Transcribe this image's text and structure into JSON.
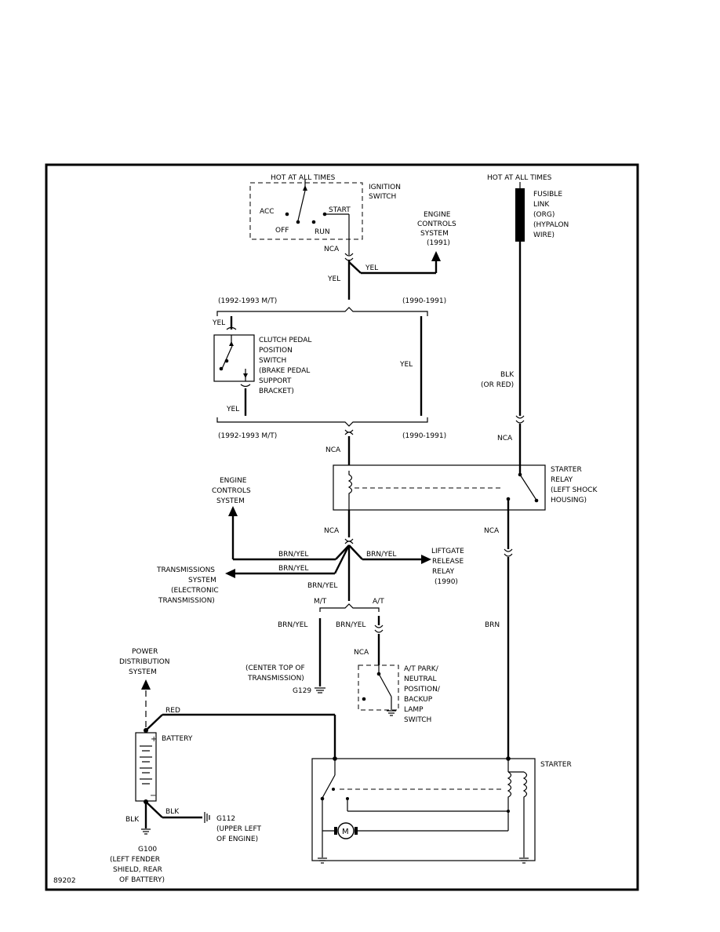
{
  "labels": {
    "hot_ign": "HOT AT ALL TIMES",
    "hot_fuse": "HOT AT ALL TIMES",
    "ign_switch": [
      "IGNITION",
      "SWITCH"
    ],
    "acc": "ACC",
    "off": "OFF",
    "run": "RUN",
    "start": "START",
    "engine_controls_1991": [
      "ENGINE",
      "CONTROLS",
      "SYSTEM",
      "(1991)"
    ],
    "fusible_link": [
      "FUSIBLE",
      "LINK",
      "(ORG)",
      "(HYPALON",
      "WIRE)"
    ],
    "nca_top": "NCA",
    "yel_branch": "YEL",
    "yel_main": "YEL",
    "m_1992_top": "(1992-1993 M/T)",
    "y_1990_top": "(1990-1991)",
    "yel_clutch_top": "YEL",
    "clutch_switch": [
      "CLUTCH PEDAL",
      "POSITION",
      "SWITCH",
      "(BRAKE PEDAL",
      "SUPPORT",
      "BRACKET)"
    ],
    "yel_right": "YEL",
    "yel_clutch_bottom": "YEL",
    "m_1992_bottom": "(1992-1993 M/T)",
    "y_1990_bottom": "(1990-1991)",
    "blk_or_red": [
      "BLK",
      "(OR RED)"
    ],
    "nca_mid": "NCA",
    "nca_right": "NCA",
    "starter_relay": [
      "STARTER",
      "RELAY",
      "(LEFT SHOCK",
      "HOUSING)"
    ],
    "engine_controls": [
      "ENGINE",
      "CONTROLS",
      "SYSTEM"
    ],
    "nca_splice": "NCA",
    "brn_yel_1": "BRN/YEL",
    "brn_yel_2": "BRN/YEL",
    "brn_yel_right": "BRN/YEL",
    "liftgate": [
      "LIFTGATE",
      "RELEASE",
      "RELAY",
      "(1990)"
    ],
    "transmissions": [
      "TRANSMISSIONS",
      "SYSTEM",
      "(ELECTRONIC",
      "TRANSMISSION)"
    ],
    "brn_yel_3": "BRN/YEL",
    "nca_relay_out": "NCA",
    "mt": "M/T",
    "at": "A/T",
    "brn_yel_mt": "BRN/YEL",
    "brn_yel_at": "BRN/YEL",
    "brn": "BRN",
    "nca_at": "NCA",
    "center_top": [
      "(CENTER TOP OF",
      "TRANSMISSION)"
    ],
    "g129": "G129",
    "at_switch": [
      "A/T PARK/",
      "NEUTRAL",
      "POSITION/",
      "BACKUP",
      "LAMP",
      "SWITCH"
    ],
    "power_dist": [
      "POWER",
      "DISTRIBUTION",
      "SYSTEM"
    ],
    "red": "RED",
    "battery": "BATTERY",
    "starter": "STARTER",
    "blk_left": "BLK",
    "blk_g112": "BLK",
    "g112": [
      "G112",
      "(UPPER LEFT",
      "OF ENGINE)"
    ],
    "g100": [
      "G100",
      "(LEFT FENDER",
      "SHIELD, REAR",
      "OF BATTERY)"
    ],
    "motor": "M",
    "plus": "+",
    "minus": "−",
    "figure_id": "89202"
  }
}
